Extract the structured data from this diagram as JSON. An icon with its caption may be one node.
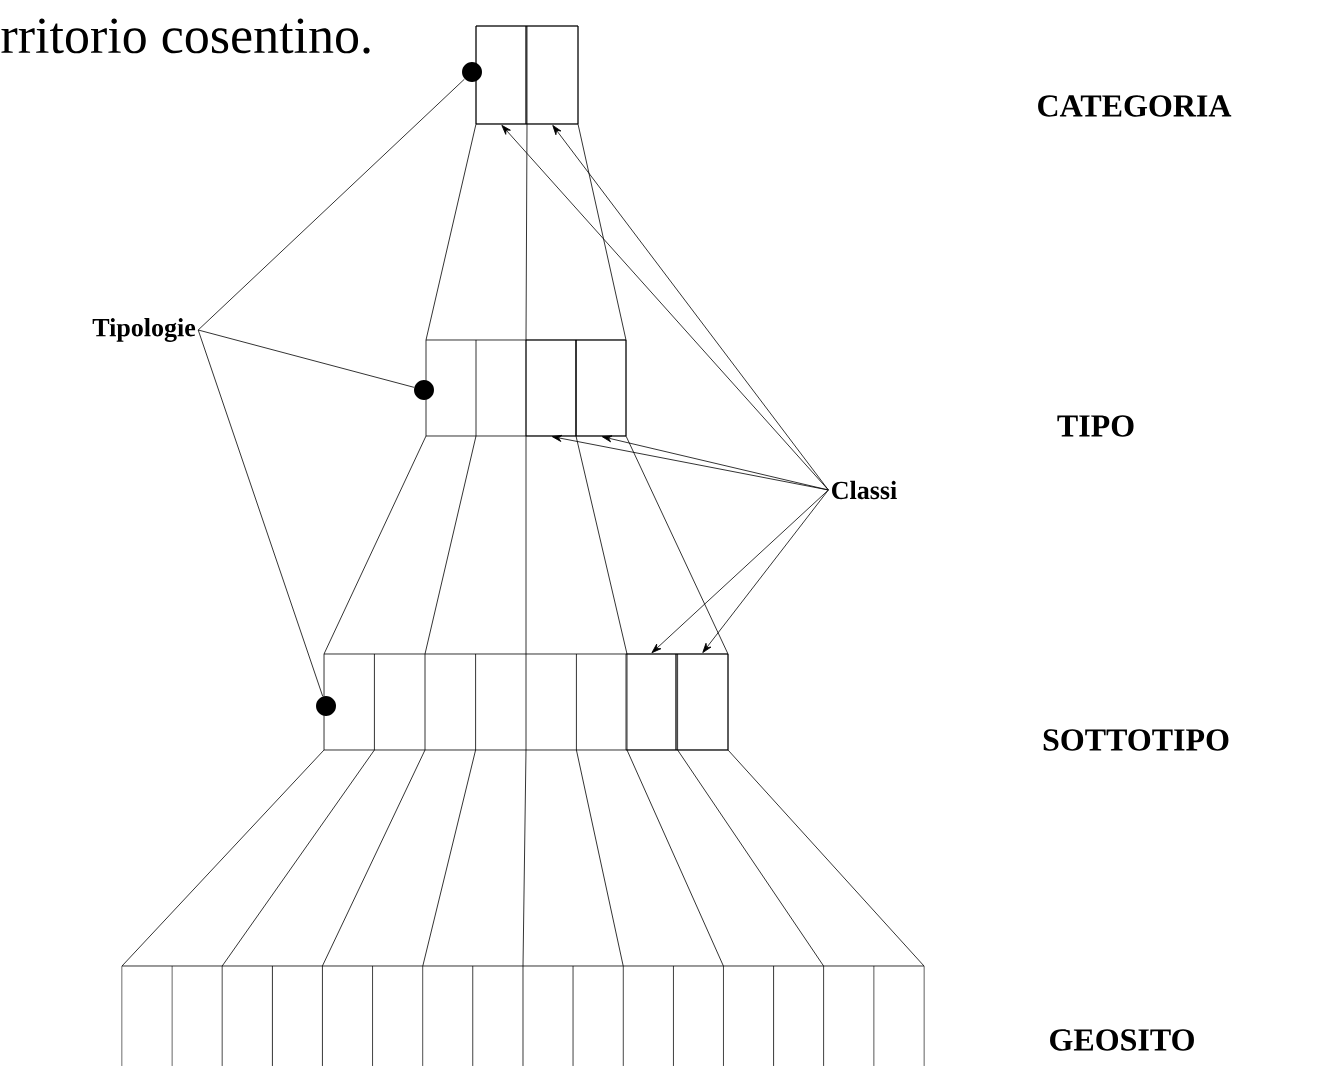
{
  "diagram": {
    "nodes": [
      {
        "text": [
          "Tipologie"
        ]
      },
      {
        "text": [
          "Classi"
        ]
      },
      {
        "text": [],
        "shape": "circle"
      },
      {
        "text": [],
        "shape": "circle"
      },
      {
        "text": [],
        "shape": "circle"
      },
      {
        "text": [],
        "shape": "box"
      },
      {
        "text": [],
        "shape": "box"
      },
      {
        "text": [],
        "shape": "box"
      },
      {
        "text": [],
        "shape": "box"
      },
      {
        "text": [],
        "shape": "box"
      },
      {
        "text": [],
        "shape": "box"
      }
    ],
    "edges": [
      {
        "from": 0,
        "to": 2,
        "arrow": "none"
      },
      {
        "from": 0,
        "to": 3,
        "arrow": "none"
      },
      {
        "from": 0,
        "to": 4,
        "arrow": "none"
      },
      {
        "from": 1,
        "to": 5,
        "arrow": "to"
      },
      {
        "from": 1,
        "to": 6,
        "arrow": "to"
      },
      {
        "from": 1,
        "to": 7,
        "arrow": "to"
      },
      {
        "from": 1,
        "to": 8,
        "arrow": "to"
      },
      {
        "from": 1,
        "to": 9,
        "arrow": "to"
      },
      {
        "from": 1,
        "to": 10,
        "arrow": "to"
      }
    ],
    "labels": [
      "rritorio cosentino.",
      "CATEGORIA",
      "TIPO",
      "SOTTOTIPO",
      "GEOSITO"
    ]
  }
}
